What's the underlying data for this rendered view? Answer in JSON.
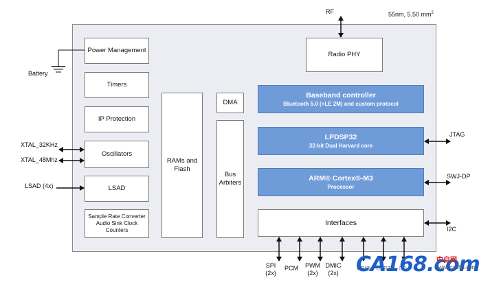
{
  "process_note": "55nm, 5.50 mm",
  "process_note_sup": "2",
  "blocks": {
    "power_management": "Power Management",
    "timers": "Timers",
    "ip_protection": "IP Protection",
    "oscillators": "Oscillators",
    "lsad": "LSAD",
    "src_line1": "Sample Rate Converter",
    "src_line2": "Audio Sink Clock Counters",
    "rams_line1": "RAMs and",
    "rams_line2": "Flash",
    "dma": "DMA",
    "bus_line1": "Bus",
    "bus_line2": "Arbiters",
    "radio_phy": "Radio PHY",
    "interfaces": "Interfaces"
  },
  "cores": {
    "baseband_title": "Baseband controller",
    "baseband_sub": "Bluetooth 5.0 (+LE 2M) and custom protocol",
    "lpdsp_title": "LPDSP32",
    "lpdsp_sub": "32-bit Dual Harvard core",
    "arm_title": "ARM® Cortex®-M3",
    "arm_sub": "Processor"
  },
  "external": {
    "rf": "RF",
    "battery": "Battery",
    "xtal_32": "XTAL_32KHz",
    "xtal_48": "XTAL_48Mhz",
    "lsad_4x": "LSAD (4x)",
    "jtag": "JTAG",
    "swj_dp": "SWJ-DP",
    "i2c": "I2C"
  },
  "bottom_io": [
    {
      "line1": "SPI",
      "line2": "(2x)"
    },
    {
      "line1": "PCM",
      "line2": ""
    },
    {
      "line1": "PWM",
      "line2": "(2x)"
    },
    {
      "line1": "DMIC",
      "line2": "(2x)"
    },
    {
      "line1": "GPIO",
      "line2": ""
    },
    {
      "line1": "UART",
      "line2": ""
    },
    {
      "line1": "OD",
      "line2": ""
    }
  ],
  "watermark": {
    "main": "CA168.com",
    "side": "中自网",
    "domain": "www.ca168.com"
  },
  "colors": {
    "core_fill": "#6f9bd8",
    "chip_fill": "#ecedf2",
    "watermark_blue": "#1e5fc8"
  }
}
